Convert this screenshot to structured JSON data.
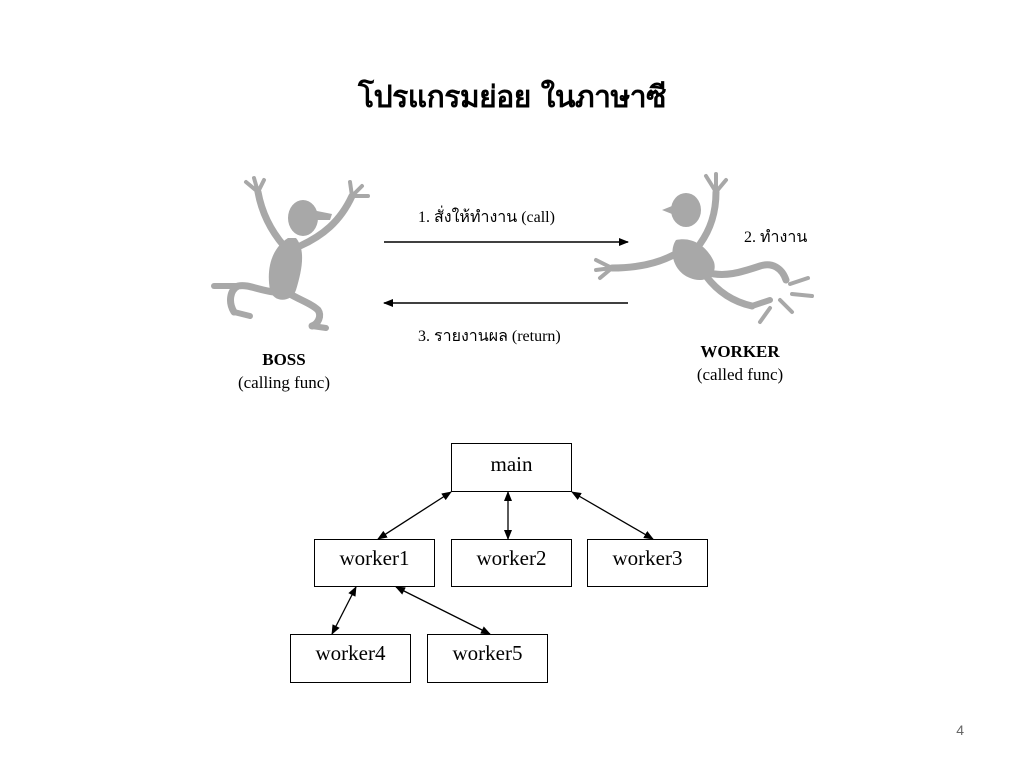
{
  "title": "โปรแกรมย่อย ในภาษาซี",
  "interaction": {
    "call_label": "1. สั่งให้ทำงาน  (call)",
    "work_label": "2. ทำงาน",
    "return_label": "3. รายงานผล (return)"
  },
  "boss": {
    "name": "BOSS",
    "role": "(calling func)"
  },
  "worker": {
    "name": "WORKER",
    "role": "(called func)"
  },
  "hierarchy": {
    "main": "main",
    "worker1": "worker1",
    "worker2": "worker2",
    "worker3": "worker3",
    "worker4": "worker4",
    "worker5": "worker5"
  },
  "page_number": "4",
  "colors": {
    "figure": "#a8a8a8",
    "line": "#000000"
  }
}
